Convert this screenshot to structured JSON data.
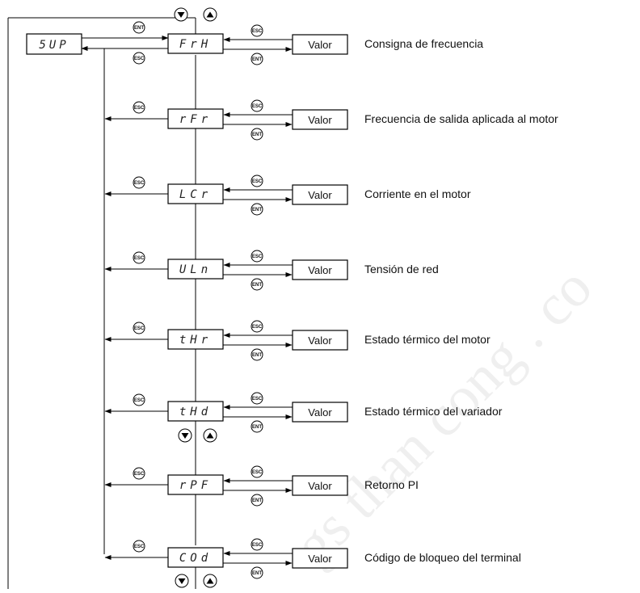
{
  "watermark": "gs than cong . co",
  "main_display": "5UP",
  "button_labels": {
    "ent": "ENT",
    "esc": "ESC"
  },
  "value_box_label": "Valor",
  "params": [
    {
      "code": "FrH",
      "description": "Consigna de frecuencia"
    },
    {
      "code": "rFr",
      "description": "Frecuencia de salida aplicada al motor"
    },
    {
      "code": "LCr",
      "description": "Corriente en el motor"
    },
    {
      "code": "ULn",
      "description": "Tensión de red"
    },
    {
      "code": "tHr",
      "description": "Estado térmico del motor"
    },
    {
      "code": "tHd",
      "description": "Estado térmico del variador"
    },
    {
      "code": "rPF",
      "description": "Retorno PI"
    },
    {
      "code": "COd",
      "description": "Código de bloqueo del terminal"
    }
  ],
  "colors": {
    "line": "#000000",
    "text": "#111111",
    "watermark": "#dcdcdc"
  },
  "icons": [
    "ent-button-icon",
    "esc-button-icon",
    "arrow-down-button-icon",
    "arrow-up-button-icon"
  ]
}
